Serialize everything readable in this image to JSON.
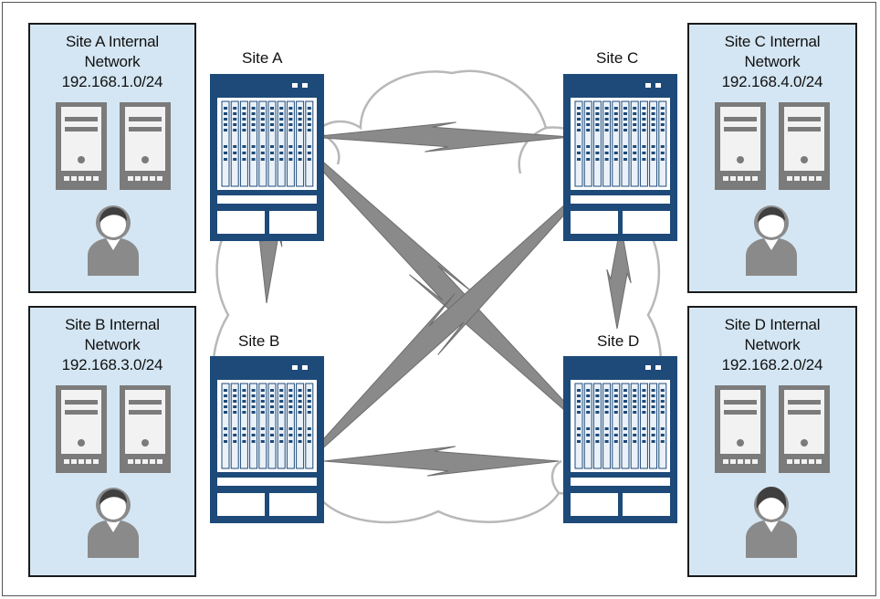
{
  "colors": {
    "netbox_fill": "#d4e6f3",
    "router_navy": "#1d4a78",
    "bolt_gray": "#8a8a8a",
    "cloud_stroke": "#b8b8b8"
  },
  "networks": [
    {
      "id": "a",
      "line1": "Site A Internal",
      "line2": "Network",
      "line3": "192.168.1.0/24",
      "user_icon": "male-user-icon"
    },
    {
      "id": "b",
      "line1": "Site B Internal",
      "line2": "Network",
      "line3": "192.168.3.0/24",
      "user_icon": "male-user-icon"
    },
    {
      "id": "c",
      "line1": "Site C Internal",
      "line2": "Network",
      "line3": "192.168.4.0/24",
      "user_icon": "male-user-icon"
    },
    {
      "id": "d",
      "line1": "Site D Internal",
      "line2": "Network",
      "line3": "192.168.2.0/24",
      "user_icon": "female-user-icon"
    }
  ],
  "routers": [
    {
      "id": "a",
      "label": "Site A"
    },
    {
      "id": "b",
      "label": "Site B"
    },
    {
      "id": "c",
      "label": "Site C"
    },
    {
      "id": "d",
      "label": "Site D"
    }
  ],
  "links": [
    {
      "from": "Site A",
      "to": "Site C"
    },
    {
      "from": "Site B",
      "to": "Site D"
    },
    {
      "from": "Site A",
      "to": "Site B"
    },
    {
      "from": "Site C",
      "to": "Site D"
    },
    {
      "from": "Site A",
      "to": "Site D"
    },
    {
      "from": "Site B",
      "to": "Site C"
    }
  ]
}
